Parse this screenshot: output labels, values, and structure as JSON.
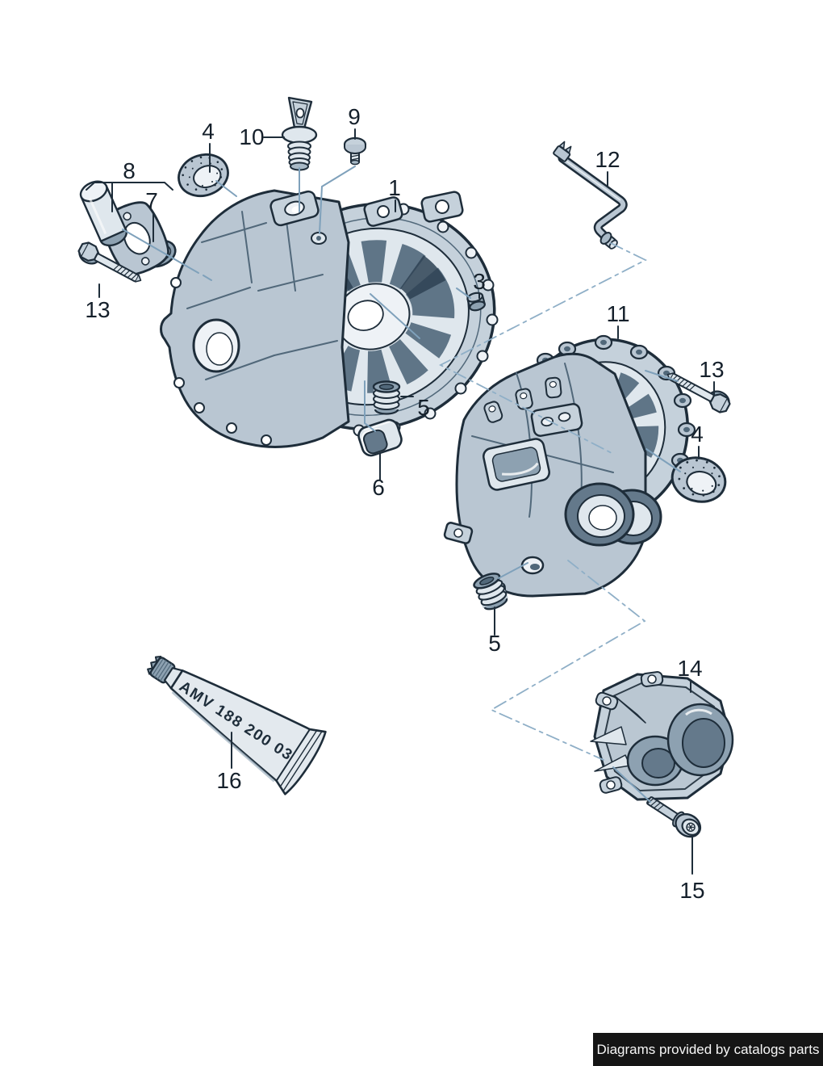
{
  "figure_type": "exploded-parts-diagram",
  "callouts": [
    {
      "label": "4"
    },
    {
      "label": "10"
    },
    {
      "label": "9"
    },
    {
      "label": "8"
    },
    {
      "label": "7"
    },
    {
      "label": "13"
    },
    {
      "label": "1"
    },
    {
      "label": "3"
    },
    {
      "label": "12"
    },
    {
      "label": "11"
    },
    {
      "label": "13"
    },
    {
      "label": "4"
    },
    {
      "label": "5"
    },
    {
      "label": "6"
    },
    {
      "label": "5"
    },
    {
      "label": "14"
    },
    {
      "label": "15"
    },
    {
      "label": "16"
    }
  ],
  "tube": {
    "imprint": "AMV 188 200 03"
  },
  "footer": {
    "text": "Diagrams provided by catalogs parts"
  },
  "palette": {
    "outline": "#1e2d3a",
    "metal_light": "#e3e9ee",
    "metal_mid": "#b9c6d2",
    "metal_deep": "#64798b",
    "leader_blue": "#7fa1bb",
    "label_color": "#15202b",
    "footer_bg": "#151515",
    "footer_text": "#f7f7f7"
  }
}
